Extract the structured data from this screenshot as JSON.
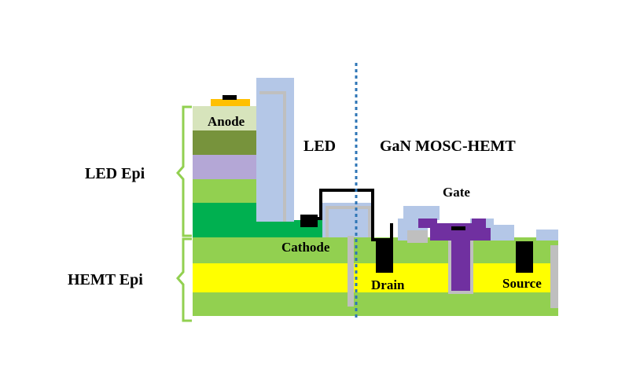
{
  "labels": {
    "anode": "Anode",
    "led": "LED",
    "mosc_hemt": "GaN MOSC-HEMT",
    "gate": "Gate",
    "led_epi": "LED Epi",
    "cathode": "Cathode",
    "hemt_epi": "HEMT Epi",
    "drain": "Drain",
    "source": "Source"
  },
  "colors": {
    "substrate_green": "#92d050",
    "channel_yellow": "#ffff00",
    "cathode_green": "#00b050",
    "mqw_purple": "#b4a7d6",
    "p_olive": "#77933c",
    "anode_pale": "#d7e4bc",
    "passivation_blue": "#b4c7e7",
    "spacer_gray": "#bfbfbf",
    "gate_purple": "#7030a0",
    "contact_orange": "#ffc000",
    "metal_black": "#000000",
    "divider_blue": "#2e75b6",
    "bracket_green": "#92d050"
  }
}
